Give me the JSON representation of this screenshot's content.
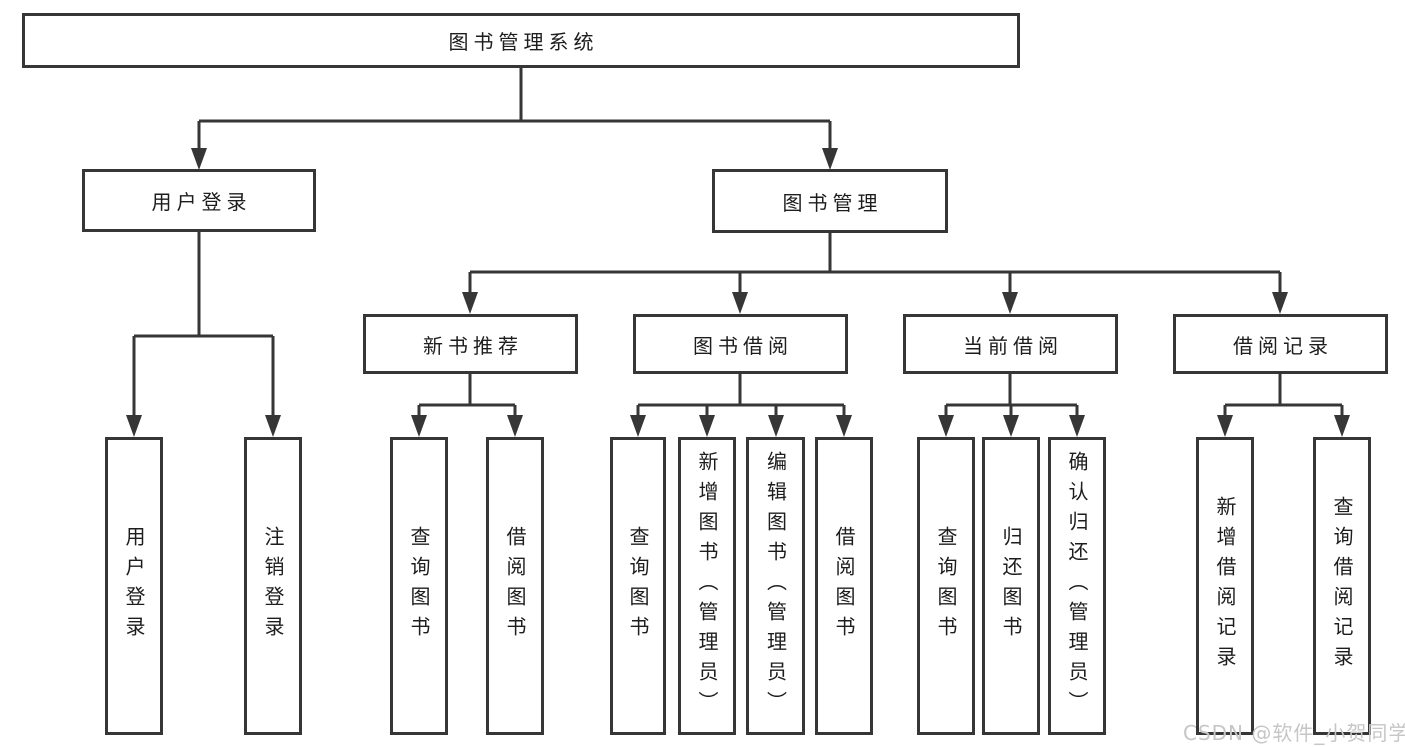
{
  "diagram": {
    "type": "hierarchy-tree",
    "root": {
      "label": "图书管理系统",
      "children": [
        {
          "label": "用户登录",
          "children": [
            {
              "label": "用户登录"
            },
            {
              "label": "注销登录"
            }
          ]
        },
        {
          "label": "图书管理",
          "children": [
            {
              "label": "新书推荐",
              "children": [
                {
                  "label": "查询图书"
                },
                {
                  "label": "借阅图书"
                }
              ]
            },
            {
              "label": "图书借阅",
              "children": [
                {
                  "label": "查询图书"
                },
                {
                  "label": "新增图书（管理员）"
                },
                {
                  "label": "编辑图书（管理员）"
                },
                {
                  "label": "借阅图书"
                }
              ]
            },
            {
              "label": "当前借阅",
              "children": [
                {
                  "label": "查询图书"
                },
                {
                  "label": "归还图书"
                },
                {
                  "label": "确认归还（管理员）"
                }
              ]
            },
            {
              "label": "借阅记录",
              "children": [
                {
                  "label": "新增借阅记录"
                },
                {
                  "label": "查询借阅记录"
                }
              ]
            }
          ]
        }
      ]
    },
    "line_color": "#363636",
    "watermark": "CSDN @软件_小贺同学"
  }
}
